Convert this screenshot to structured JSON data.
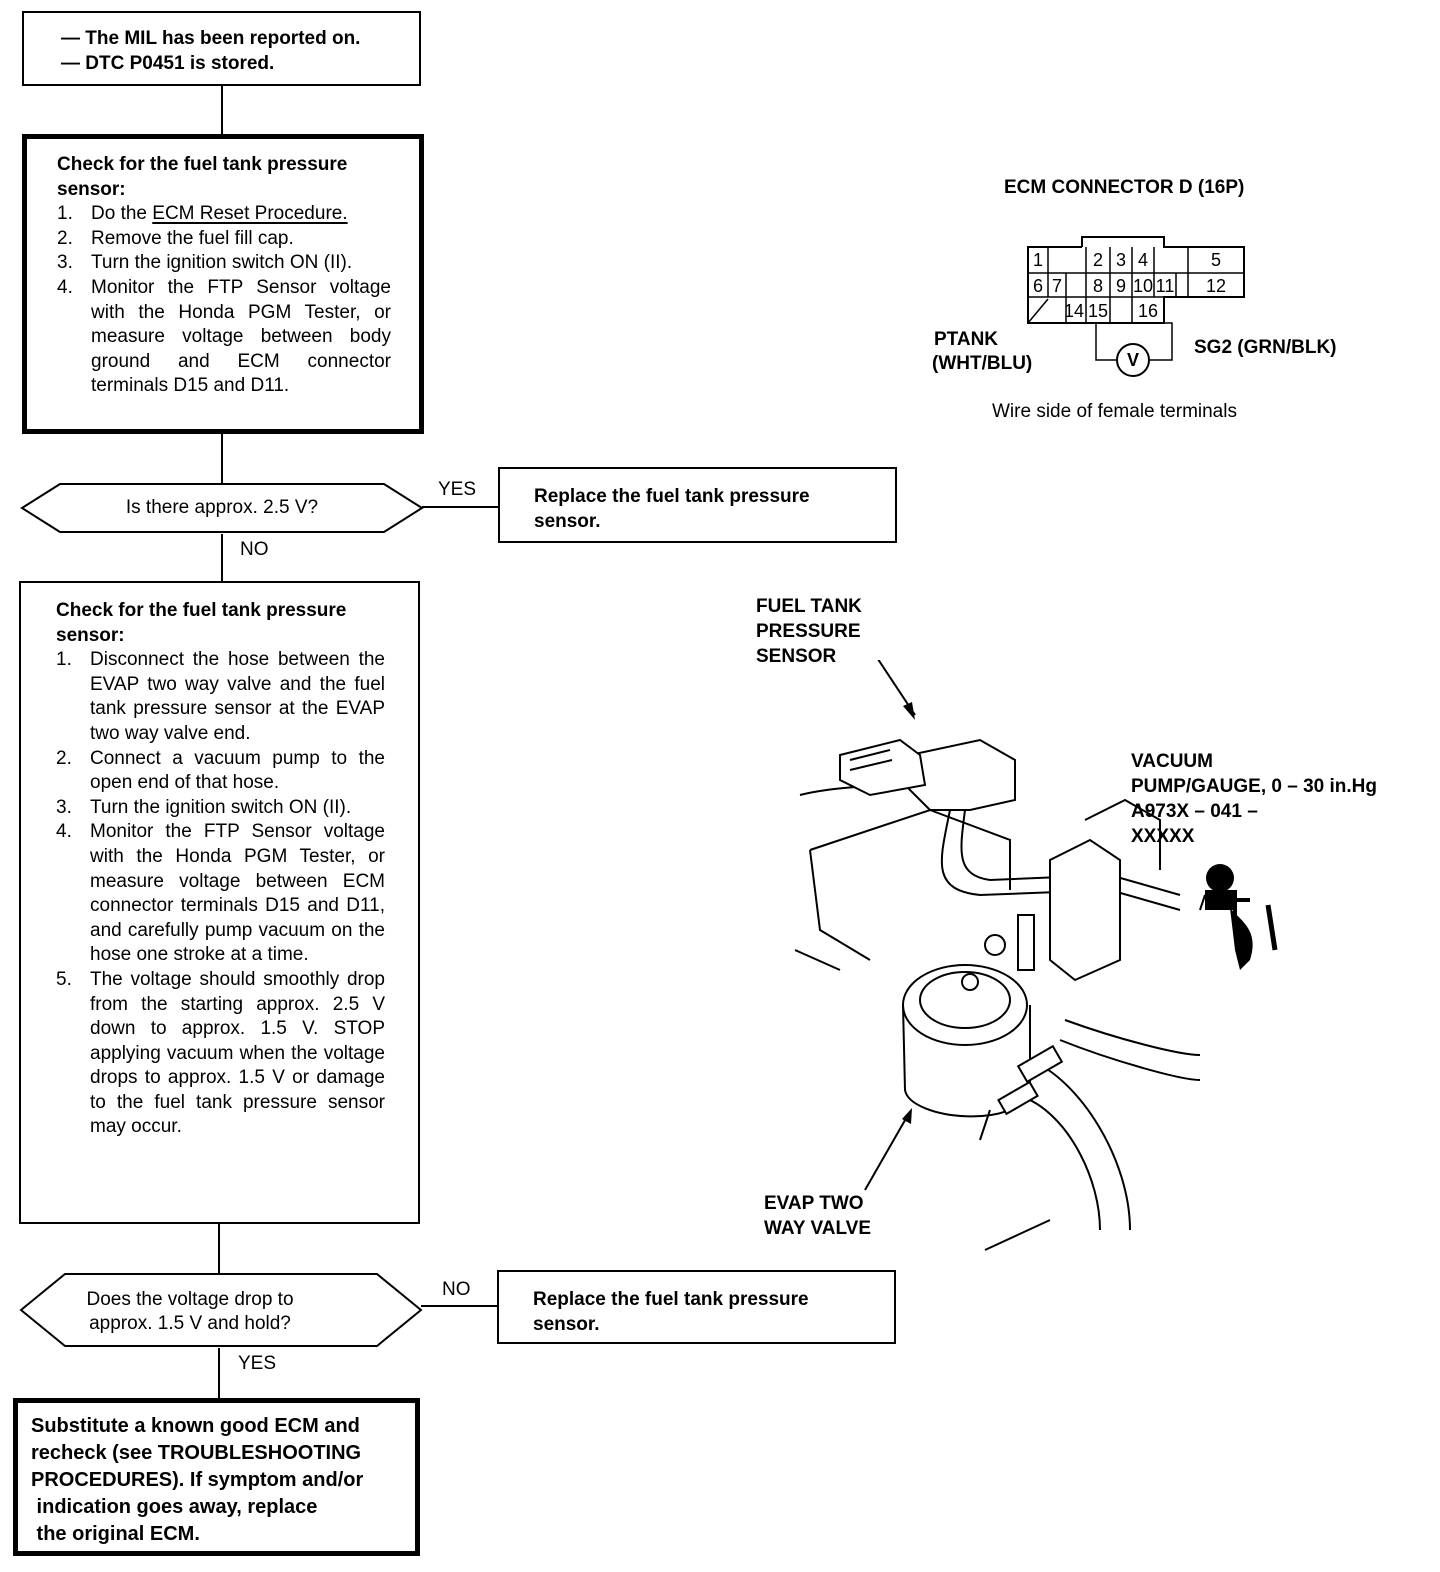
{
  "start_box": {
    "lines": [
      "— The MIL has been reported on.",
      "— DTC P0451 is stored."
    ]
  },
  "check1": {
    "heading": "Check for the fuel tank pressure sensor:",
    "steps": [
      {
        "n": "1.",
        "pre": "Do the ",
        "link": "ECM Reset Procedure.",
        "text": ""
      },
      {
        "n": "2.",
        "text": "Remove the fuel fill cap."
      },
      {
        "n": "3.",
        "text": "Turn the ignition switch ON (II)."
      },
      {
        "n": "4.",
        "text": "Monitor the FTP Sensor voltage with the Honda PGM Tester, or measure voltage between body ground and ECM connector terminals D15 and D11."
      }
    ]
  },
  "decision1": {
    "question": "Is there approx. 2.5 V?",
    "yes_label": "YES",
    "no_label": "NO",
    "yes_result": "Replace the fuel tank pressure sensor."
  },
  "check2": {
    "heading": "Check for the fuel tank pressure sensor:",
    "steps": [
      {
        "n": "1.",
        "text": "Disconnect the hose between the EVAP two way valve and the fuel tank pressure sensor at the EVAP two way valve end."
      },
      {
        "n": "2.",
        "text": "Connect a vacuum pump to the open end of that hose."
      },
      {
        "n": "3.",
        "text": "Turn the ignition switch ON (II)."
      },
      {
        "n": "4.",
        "text": "Monitor the FTP Sensor voltage with the Honda PGM Tester, or measure voltage between ECM connector terminals D15 and D11, and carefully pump vacuum on the hose one stroke at a time."
      },
      {
        "n": "5.",
        "text": "The voltage should smoothly drop from the starting approx. 2.5 V down to approx. 1.5 V. STOP applying vacuum when the voltage drops to approx. 1.5 V or damage to the fuel tank pressure sensor may occur."
      }
    ]
  },
  "decision2": {
    "question_line1": "Does the voltage drop to",
    "question_line2": "approx. 1.5 V and hold?",
    "no_label": "NO",
    "yes_label": "YES",
    "no_result": "Replace the fuel tank pressure sensor."
  },
  "final_box": {
    "lines": [
      "Substitute a known good ECM and",
      "recheck (see TROUBLESHOOTING",
      "PROCEDURES). If symptom and/or",
      " indication goes away, replace",
      " the original ECM."
    ]
  },
  "connector": {
    "title": "ECM CONNECTOR D (16P)",
    "pins_row1": [
      "1",
      "2",
      "3",
      "4",
      "5"
    ],
    "pins_row2": [
      "6",
      "7",
      "8",
      "9",
      "10",
      "11",
      "12"
    ],
    "pins_row3": [
      "14",
      "15",
      "16"
    ],
    "left_label_1": "PTANK",
    "left_label_2": "(WHT/BLU)",
    "right_label": "SG2 (GRN/BLK)",
    "meter_symbol": "V",
    "caption": "Wire side of female terminals"
  },
  "illustration": {
    "sensor_label": [
      "FUEL TANK",
      "PRESSURE",
      "SENSOR"
    ],
    "pump_label": [
      "VACUUM",
      "PUMP/GAUGE, 0 – 30 in.Hg",
      "A973X – 041 –",
      "XXXXX"
    ],
    "valve_label": [
      "EVAP TWO",
      "WAY VALVE"
    ]
  }
}
